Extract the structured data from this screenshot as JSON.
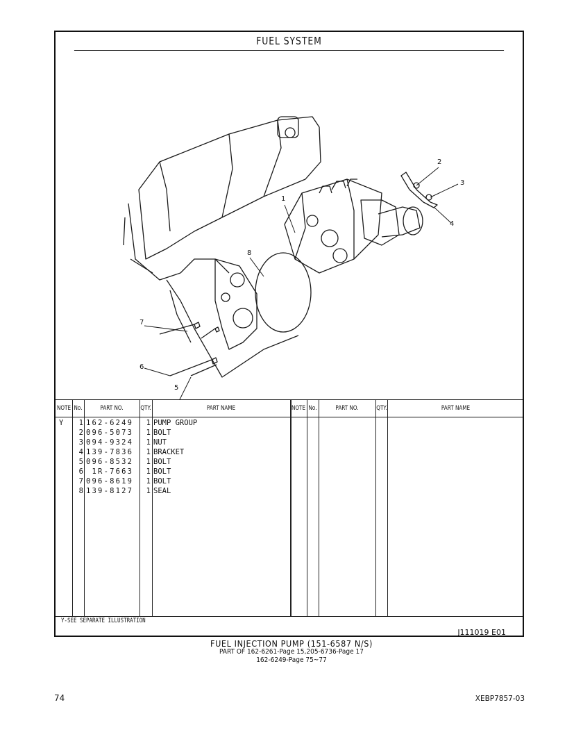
{
  "header": {
    "title": "FUEL SYSTEM"
  },
  "illustration": {
    "callouts": [
      "1",
      "2",
      "3",
      "4",
      "5",
      "6",
      "7",
      "8"
    ]
  },
  "table": {
    "headers": {
      "note": "NOTE",
      "no": "No.",
      "part_no": "PART NO.",
      "qty": "QTY.",
      "part_name": "PART NAME",
      "note2": "NOTE",
      "no2": "No.",
      "part_no2": "PART NO.",
      "qty2": "QTY.",
      "part_name2": "PART NAME"
    },
    "rows": [
      {
        "note": "Y",
        "no": "1",
        "part_no": "162-6249",
        "qty": "1",
        "name": "PUMP GROUP"
      },
      {
        "note": "",
        "no": "2",
        "part_no": "096-5073",
        "qty": "1",
        "name": "BOLT"
      },
      {
        "note": "",
        "no": "3",
        "part_no": "094-9324",
        "qty": "1",
        "name": "NUT"
      },
      {
        "note": "",
        "no": "4",
        "part_no": "139-7836",
        "qty": "1",
        "name": "BRACKET"
      },
      {
        "note": "",
        "no": "5",
        "part_no": "096-8532",
        "qty": "1",
        "name": "BOLT"
      },
      {
        "note": "",
        "no": "6",
        "part_no": " 1R-7663",
        "qty": "1",
        "name": "BOLT"
      },
      {
        "note": "",
        "no": "7",
        "part_no": "096-8619",
        "qty": "1",
        "name": "BOLT"
      },
      {
        "note": "",
        "no": "8",
        "part_no": "139-8127",
        "qty": "1",
        "name": "SEAL"
      }
    ]
  },
  "footer": {
    "footnote": "Y-SEE SEPARATE ILLUSTRATION",
    "illustration_code": "J111019  E01"
  },
  "caption": {
    "line1": "FUEL INJECTION PUMP (151-6587 N/S)",
    "line2": "PART OF 162-6261-Page 15,205-6736-Page 17",
    "line3": "162-6249-Page 75~77"
  },
  "page": {
    "number": "74",
    "doc_id": "XEBP7857-03"
  }
}
